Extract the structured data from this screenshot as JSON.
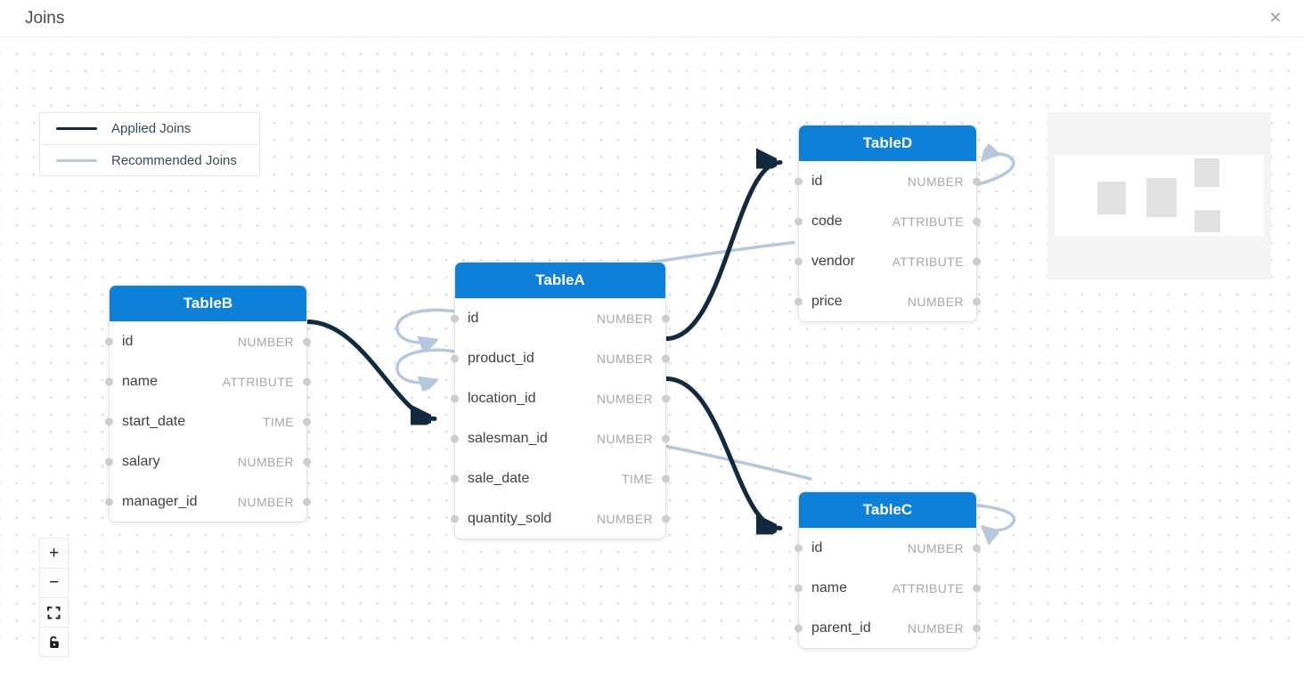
{
  "header": {
    "title": "Joins",
    "close_icon": "×"
  },
  "colors": {
    "table_header_blue": "#0e80d8",
    "applied_join": "#13293f",
    "recommended_join": "#b7c7dc"
  },
  "legend": {
    "items": [
      {
        "label": "Applied Joins",
        "style": "applied"
      },
      {
        "label": "Recommended Joins",
        "style": "recommended"
      }
    ]
  },
  "tables": [
    {
      "name": "TableB",
      "fields": [
        {
          "name": "id",
          "type": "NUMBER"
        },
        {
          "name": "name",
          "type": "ATTRIBUTE"
        },
        {
          "name": "start_date",
          "type": "TIME"
        },
        {
          "name": "salary",
          "type": "NUMBER"
        },
        {
          "name": "manager_id",
          "type": "NUMBER"
        }
      ]
    },
    {
      "name": "TableA",
      "fields": [
        {
          "name": "id",
          "type": "NUMBER"
        },
        {
          "name": "product_id",
          "type": "NUMBER"
        },
        {
          "name": "location_id",
          "type": "NUMBER"
        },
        {
          "name": "salesman_id",
          "type": "NUMBER"
        },
        {
          "name": "sale_date",
          "type": "TIME"
        },
        {
          "name": "quantity_sold",
          "type": "NUMBER"
        }
      ]
    },
    {
      "name": "TableD",
      "fields": [
        {
          "name": "id",
          "type": "NUMBER"
        },
        {
          "name": "code",
          "type": "ATTRIBUTE"
        },
        {
          "name": "vendor",
          "type": "ATTRIBUTE"
        },
        {
          "name": "price",
          "type": "NUMBER"
        }
      ]
    },
    {
      "name": "TableC",
      "fields": [
        {
          "name": "id",
          "type": "NUMBER"
        },
        {
          "name": "name",
          "type": "ATTRIBUTE"
        },
        {
          "name": "parent_id",
          "type": "NUMBER"
        }
      ]
    }
  ],
  "joins": {
    "applied": [
      {
        "from": "TableB.id",
        "to": "TableA.salesman_id"
      },
      {
        "from": "TableA.product_id",
        "to": "TableD.id"
      },
      {
        "from": "TableA.location_id",
        "to": "TableC.id"
      }
    ],
    "recommended": [
      {
        "from": "TableD.vendor",
        "to": "TableA.product_id"
      },
      {
        "from": "TableC.id",
        "to": "TableA.location_id"
      }
    ]
  },
  "controls": {
    "zoom_in_label": "+",
    "zoom_out_label": "−"
  }
}
